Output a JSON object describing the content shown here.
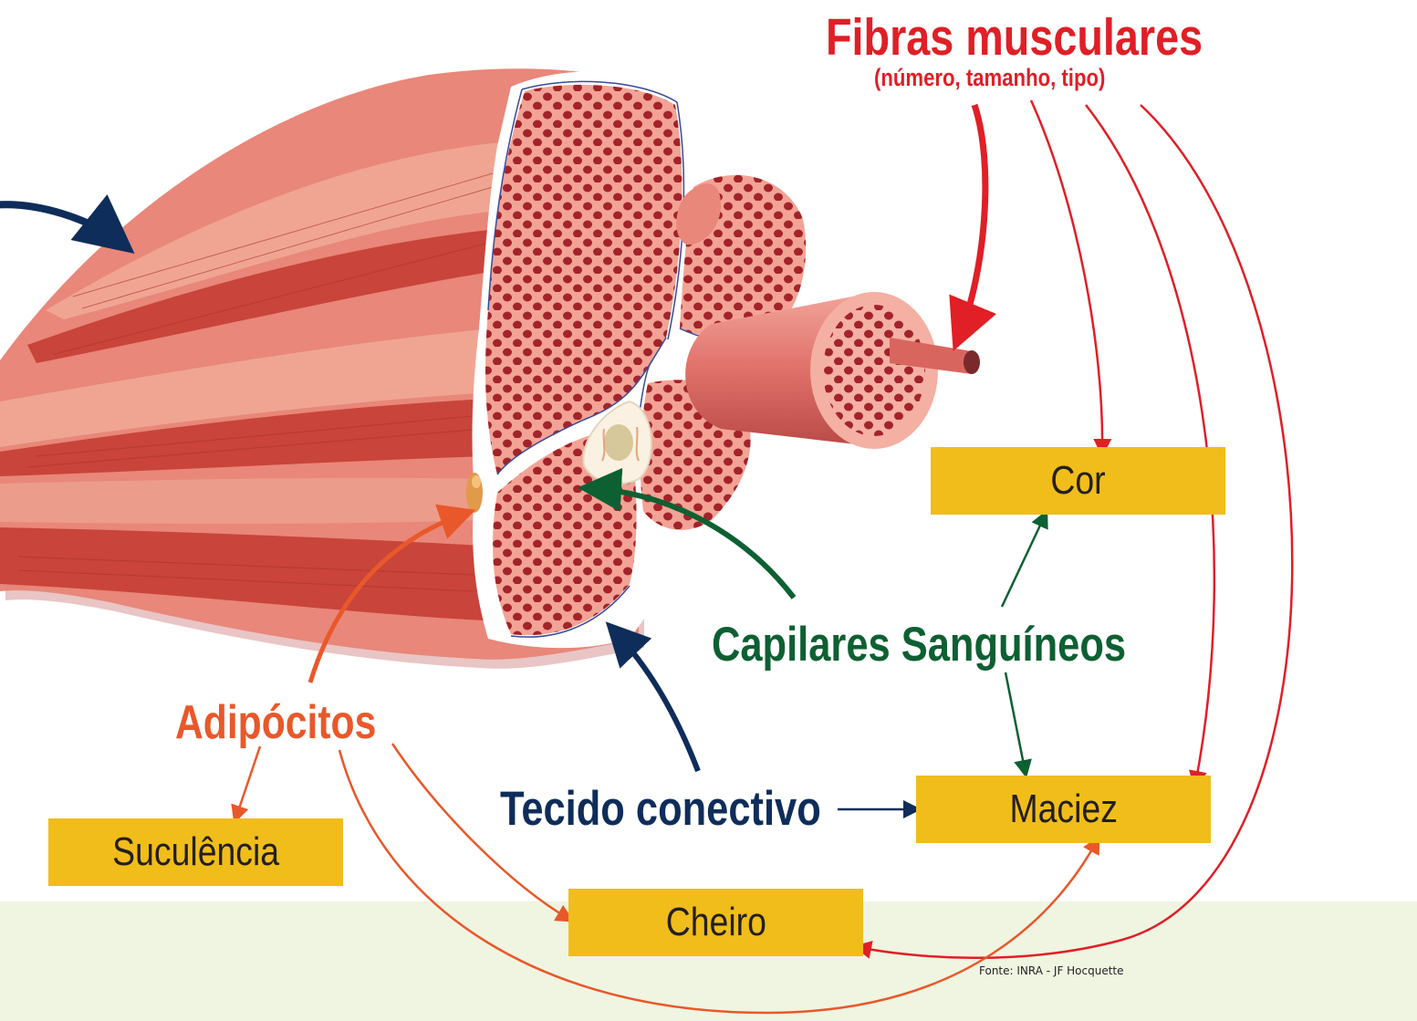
{
  "labels": {
    "fibers_title": "Fibras musculares",
    "fibers_subtitle": "(número, tamanho, tipo)",
    "capillaries": "Capilares Sanguíneos",
    "adipocytes": "Adipócitos",
    "connective": "Tecido conectivo"
  },
  "boxes": {
    "color": "Cor",
    "tenderness": "Maciez",
    "juiciness": "Suculência",
    "smell": "Cheiro"
  },
  "source": "Fonte: INRA - JF Hocquette",
  "colors": {
    "fibers": "#e01f26",
    "capillaries": "#0d6032",
    "adipocytes": "#e9582a",
    "connective": "#0f2d5a",
    "box": "#f0bd1a",
    "muscle_light": "#e99886",
    "muscle_dark": "#c9443a",
    "fiber_dot": "#a3232a",
    "background_band": "#eff5e1"
  }
}
